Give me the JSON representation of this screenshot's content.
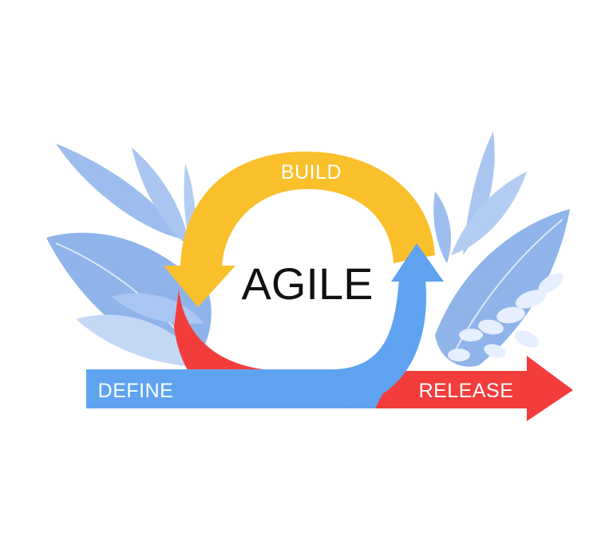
{
  "diagram": {
    "center_label": "AGILE",
    "stages": {
      "build": "BUILD",
      "define": "DEFINE",
      "release": "RELEASE"
    }
  },
  "colors": {
    "build_arrow": "#f9c02c",
    "define_arrow": "#5fa3f0",
    "release_arrow": "#f33d3d",
    "foliage_dark": "#8fb4ea",
    "foliage_light": "#c3d8f5",
    "background": "#ffffff"
  }
}
